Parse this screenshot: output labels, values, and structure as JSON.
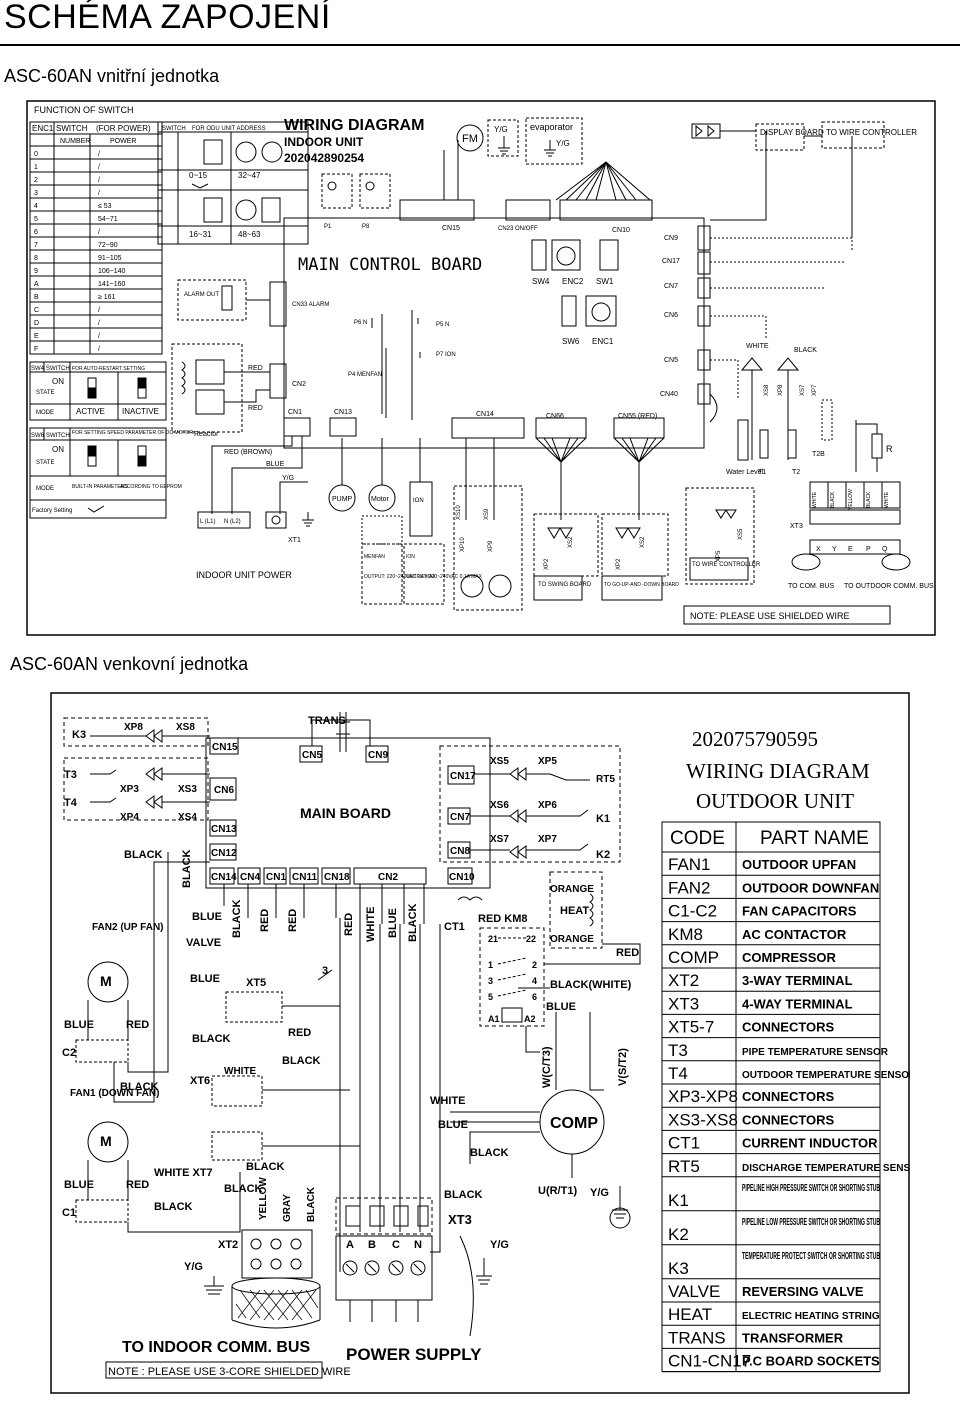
{
  "header": {
    "title": "SCHÉMA ZAPOJENÍ",
    "indoor_caption": "ASC-60AN vnitřní jednotka",
    "outdoor_caption": "ASC-60AN venkovní jednotka"
  },
  "indoor": {
    "title": "WIRING DIAGRAM",
    "subtitle": "INDOOR UNIT",
    "code": "202042890254",
    "board": "MAIN CONTROL BOARD",
    "fos": {
      "title": "FUNCTION OF SWITCH",
      "h1": "ENC1",
      "h2": "SWITCH",
      "h3": "(FOR POWER)",
      "c1": "NUMBER",
      "c2": "POWER",
      "rows": [
        [
          "0",
          "/"
        ],
        [
          "1",
          "/"
        ],
        [
          "2",
          "/"
        ],
        [
          "3",
          "/"
        ],
        [
          "4",
          "≤ 53"
        ],
        [
          "5",
          "54~71"
        ],
        [
          "6",
          "/"
        ],
        [
          "7",
          "72~90"
        ],
        [
          "8",
          "91~105"
        ],
        [
          "9",
          "106~140"
        ],
        [
          "A",
          "141~160"
        ],
        [
          "B",
          "≥ 161"
        ],
        [
          "C",
          "/"
        ],
        [
          "D",
          "/"
        ],
        [
          "E",
          "/"
        ],
        [
          "F",
          "/"
        ]
      ]
    },
    "addr": {
      "h1": "SWITCH",
      "h2": "FOR ODU UNIT ADDRESS",
      "r1a": "0~15",
      "r1b": "32~47",
      "r2a": "16~31",
      "r2b": "48~63"
    },
    "sw4": {
      "h1": "SW4",
      "h2": "SWITCH",
      "h3": "FOR AUTO-RESTART SETTING",
      "on": "ON",
      "state": "STATE",
      "mode": "MODE",
      "active": "ACTIVE",
      "inactive": "INACTIVE"
    },
    "sw6": {
      "h1": "SW6",
      "h2": "SWITCH",
      "h3": "FOR SETTING SPEED PARAMETER OF DC MOTOR.",
      "on": "ON",
      "state": "STATE",
      "mode": "MODE",
      "a": "BUILT-IN PARAMETERS",
      "b": "ACCORDING TO EEPROM",
      "fs": "Factory Setting"
    },
    "labels": {
      "fm": "FM",
      "yg": "Y/G",
      "evap": "evaporator",
      "display": "DISPLAY BOARD",
      "twc": "TO WIRE CONTROLLER",
      "twc2": "TO WIRE CONTROLLER",
      "cn15": "CN15",
      "cn23": "CN23 ON/OFF",
      "cn10": "CN10",
      "cn9": "CN9",
      "cn17": "CN17",
      "cn7": "CN7",
      "cn6": "CN6",
      "cn5": "CN5",
      "cn40": "CN40",
      "sw4": "SW4",
      "enc2": "ENC2",
      "sw1": "SW1",
      "sw6": "SW6",
      "enc1": "ENC1",
      "p1": "P1",
      "p8": "P8",
      "alarm": "ALARM OUT",
      "cn33": "CN33 ALARM",
      "p6": "P6 N",
      "p5": "P5 N",
      "p7": "P7 ION",
      "p4": "P4 MENFAN",
      "red": "RED",
      "cn2": "CN2",
      "cn1": "CN1",
      "cn13": "CN13",
      "cn14": "CN14",
      "cn66": "CN66",
      "cn55": "CN55 (RED)",
      "reactor": "Reactor",
      "redbrown": "RED (BROWN)",
      "blue": "BLUE",
      "pump": "PUMP",
      "motor": "Motor",
      "ion": "ION",
      "xt1": "XT1",
      "xt3": "XT3",
      "l1": "L (L1)",
      "n": "N (L2)",
      "power": "INDOOR UNIT POWER",
      "out1": "OUTPUT: 220~240VAC 1A MAX",
      "out2": "OUTPUT: 220~240VAC 0.1A MAX",
      "menfan": "MENFAN",
      "ion2": "ION",
      "xs10": "XS10",
      "xs9": "XS9",
      "xp10": "XP10",
      "xp9": "XP9",
      "xs2": "XS2",
      "xp2": "XP2",
      "xs2b": "XS2",
      "xp2b": "XP2",
      "xs5": "XS5",
      "xp5": "XP5",
      "swing": "TO SWING BOARD",
      "updown": "TO GO-UP-AND -DOWN BOARD",
      "white": "WHITE",
      "black": "BLACK",
      "xs8": "XS8",
      "xp8": "XP8",
      "xs7": "XS7",
      "xp7": "XP7",
      "water": "Water Level",
      "t1": "T1",
      "t2": "T2",
      "t2b": "T2B",
      "r": "R",
      "xt3a": "WHITE",
      "xt3b": "BLACK",
      "xt3c": "YELLOW",
      "xt3d": "BLACK",
      "xt3e": "WHITE",
      "x": "X",
      "y": "Y",
      "e": "E",
      "p": "P",
      "q": "Q",
      "com": "TO COM. BUS",
      "outdoor": "TO OUTDOOR COMM. BUS",
      "note": "NOTE: PLEASE USE SHIELDED WIRE"
    }
  },
  "outdoor": {
    "code": "202075790595",
    "title": "WIRING DIAGRAM",
    "subtitle": "OUTDOOR UNIT",
    "table_headers": [
      "CODE",
      "PART NAME"
    ],
    "table": [
      [
        "FAN1",
        "OUTDOOR UPFAN"
      ],
      [
        "FAN2",
        "OUTDOOR DOWNFAN"
      ],
      [
        "C1-C2",
        "FAN CAPACITORS"
      ],
      [
        "KM8",
        "AC CONTACTOR"
      ],
      [
        "COMP",
        "COMPRESSOR"
      ],
      [
        "XT2",
        "3-WAY TERMINAL"
      ],
      [
        "XT3",
        "4-WAY TERMINAL"
      ],
      [
        "XT5-7",
        "CONNECTORS"
      ],
      [
        "T3",
        "PIPE TEMPERATURE SENSOR"
      ],
      [
        "T4",
        "OUTDOOR TEMPERATURE SENSOR"
      ],
      [
        "XP3-XP8",
        "CONNECTORS"
      ],
      [
        "XS3-XS8",
        "CONNECTORS"
      ],
      [
        "CT1",
        "CURRENT INDUCTOR"
      ],
      [
        "RT5",
        "DISCHARGE TEMPERATURE SENSOR"
      ],
      [
        "K1",
        "PIPELINE HIGH PRESSURE SWITCH OR SHORTING STUB"
      ],
      [
        "K2",
        "PIPELINE LOW PRESSURE SWITCH OR SHORTING STUB"
      ],
      [
        "K3",
        "TEMPERATURE PROTECT SWITCH OR SHORTING STUB"
      ],
      [
        "VALVE",
        "REVERSING VALVE"
      ],
      [
        "HEAT",
        "ELECTRIC HEATING STRING"
      ],
      [
        "TRANS",
        "TRANSFORMER"
      ],
      [
        "CN1-CN17",
        "P.C BOARD SOCKETS"
      ]
    ],
    "labels": {
      "main": "MAIN BOARD",
      "trans": "TRANS",
      "cn5": "CN5",
      "cn9": "CN9",
      "cn15": "CN15",
      "cn6": "CN6",
      "cn13": "CN13",
      "cn12": "CN12",
      "cn14": "CN14",
      "cn4": "CN4",
      "cn1": "CN1",
      "cn11": "CN11",
      "cn18": "CN18",
      "cn2": "CN2",
      "cn10": "CN10",
      "cn17": "CN17",
      "cn7": "CN7",
      "cn8": "CN8",
      "k3": "K3",
      "xp8": "XP8",
      "xs8": "XS8",
      "t3": "T3",
      "t4": "T4",
      "xp3": "XP3",
      "xs3": "XS3",
      "xp4": "XP4",
      "xs4": "XS4",
      "xs5": "XS5",
      "xp5": "XP5",
      "rt5": "RT5",
      "xs6": "XS6",
      "xp6": "XP6",
      "k1": "K1",
      "xs7": "XS7",
      "xp7": "XP7",
      "k2": "K2",
      "black": "BLACK",
      "black2": "BLACK",
      "blue": "BLUE",
      "blue2": "BLUE",
      "valve": "VALVE",
      "red": "RED",
      "red2": "RED",
      "white": "WHITE",
      "blue3": "BLUE",
      "black3": "BLACK",
      "ct1": "CT1",
      "redkm8": "RED KM8",
      "orange": "ORANGE",
      "heat": "HEAT",
      "orange2": "ORANGE",
      "red3": "RED",
      "fan2": "FAN2 (UP FAN)",
      "m": "M",
      "blueL": "BLUE",
      "redL": "RED",
      "c2": "C2",
      "black4": "BLACK",
      "fan1": "FAN1 (DOWN FAN)",
      "blue5": "BLUE",
      "red5": "RED",
      "c1": "C1",
      "whitext7": "WHITE XT7",
      "black5": "BLACK",
      "black6": "BLACK",
      "xt5": "XT5",
      "blue4": "BLUE",
      "black7": "BLACK",
      "red4": "RED",
      "black8": "BLACK",
      "xt6": "XT6",
      "white2": "WHITE",
      "three": "3",
      "n21": "21",
      "n22": "22",
      "n1": "1",
      "n2": "2",
      "n3": "3",
      "n4": "4",
      "n5": "5",
      "n6": "6",
      "a1": "A1",
      "a2": "A2",
      "blackwhite": "BLACK(WHITE)",
      "blue6": "BLUE",
      "wct3": "W(C/T3)",
      "vst2": "V(S/T2)",
      "comp": "COMP",
      "white3": "WHITE",
      "blue7": "BLUE",
      "black9": "BLACK",
      "urt1": "U(R/T1)",
      "yg": "Y/G",
      "yg2": "Y/G",
      "yg3": "Y/G",
      "xt3": "XT3",
      "xt2": "XT2",
      "yellow": "YELLOW",
      "gray": "GRAY",
      "black10": "BLACK",
      "black11": "BLACK",
      "a": "A",
      "b": "B",
      "c": "C",
      "n": "N",
      "toindoor": "TO INDOOR COMM. BUS",
      "power": "POWER SUPPLY",
      "note": "NOTE : PLEASE USE 3-CORE SHIELDED WIRE"
    }
  }
}
